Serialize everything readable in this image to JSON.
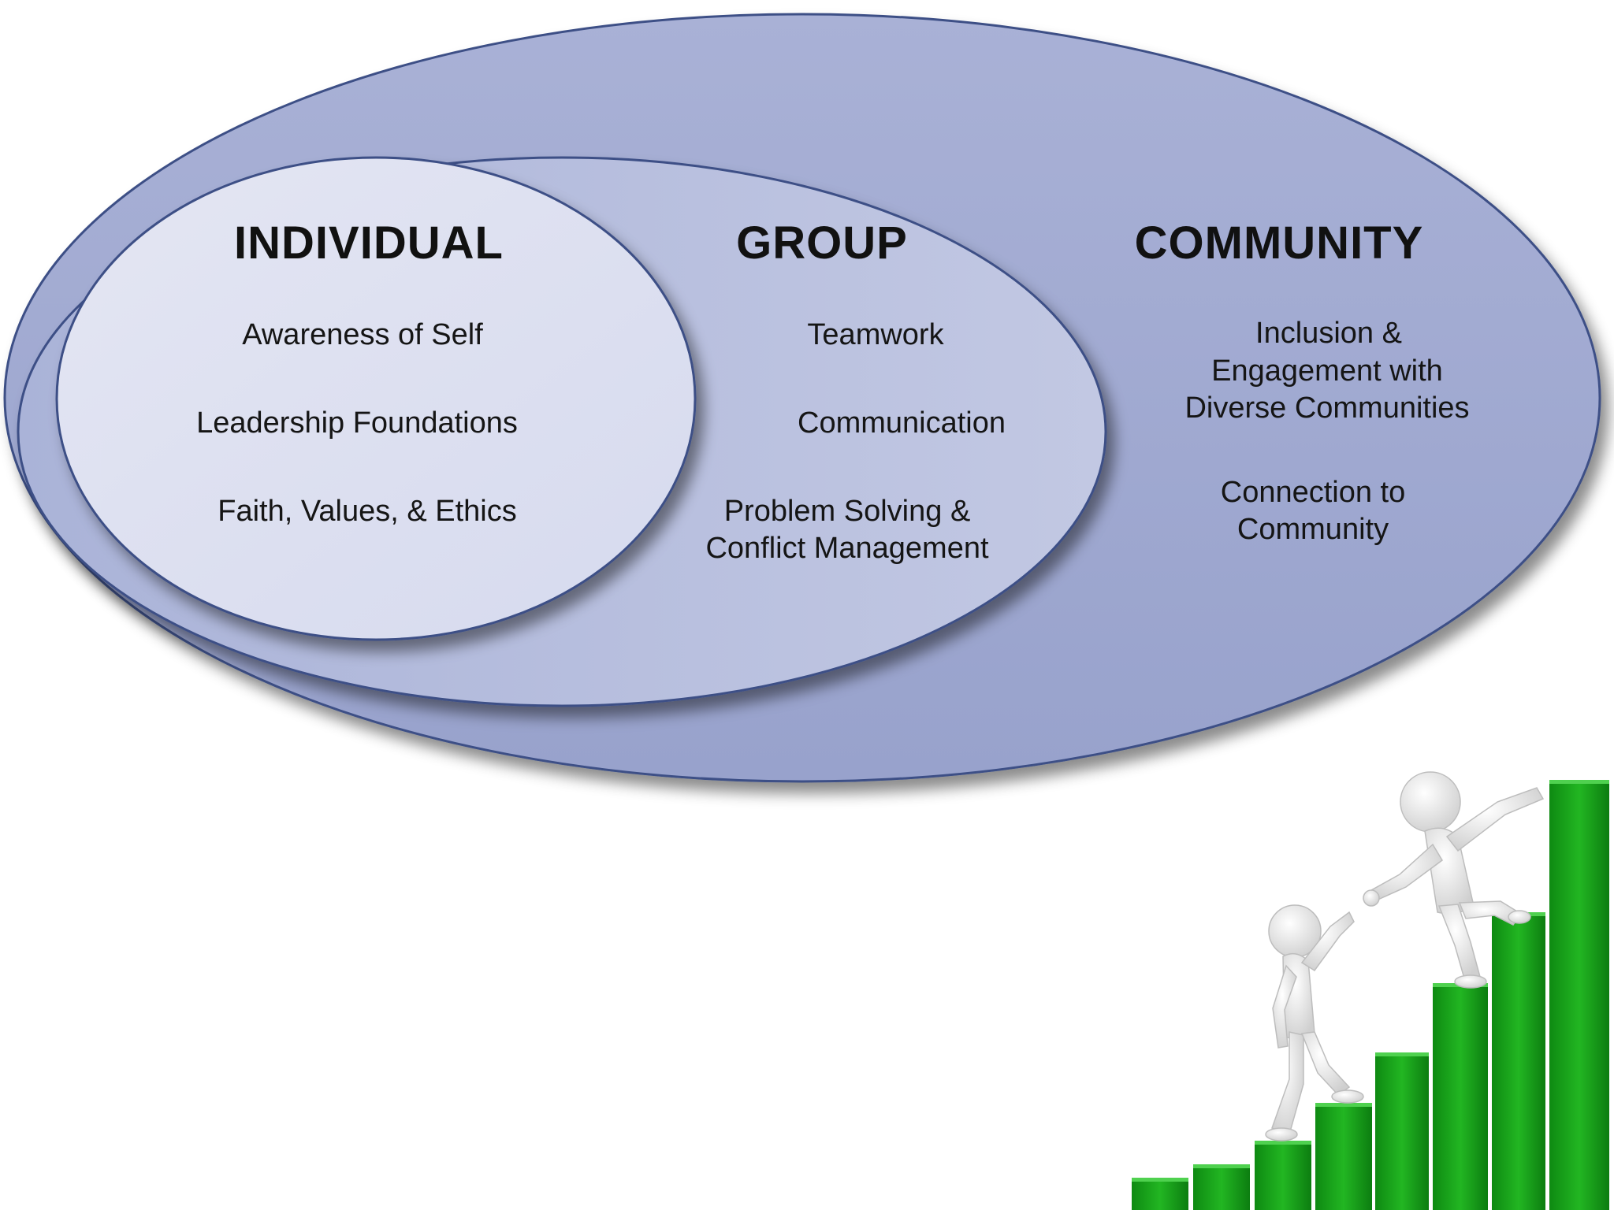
{
  "diagram": {
    "colors": {
      "outer_fill": "#9fa8cf",
      "middle_fill": "#bcc3e0",
      "inner_fill": "#dde0f0",
      "outline": "#3d4f86",
      "chart_green": "#19a61a",
      "figure": "#e9e9e9"
    },
    "individual": {
      "heading": "INDIVIDUAL",
      "items": [
        "Awareness of Self",
        "Leadership Foundations",
        "Faith, Values, & Ethics"
      ]
    },
    "group": {
      "heading": "GROUP",
      "items": [
        "Teamwork",
        "Communication",
        "Problem Solving &",
        "Conflict Management"
      ]
    },
    "community": {
      "heading": "COMMUNITY",
      "items": [
        "Inclusion &",
        "Engagement with",
        "Diverse Communities",
        "Connection to",
        "Community"
      ]
    }
  },
  "illustration": {
    "icon": "people-climbing-bar-chart-icon"
  }
}
